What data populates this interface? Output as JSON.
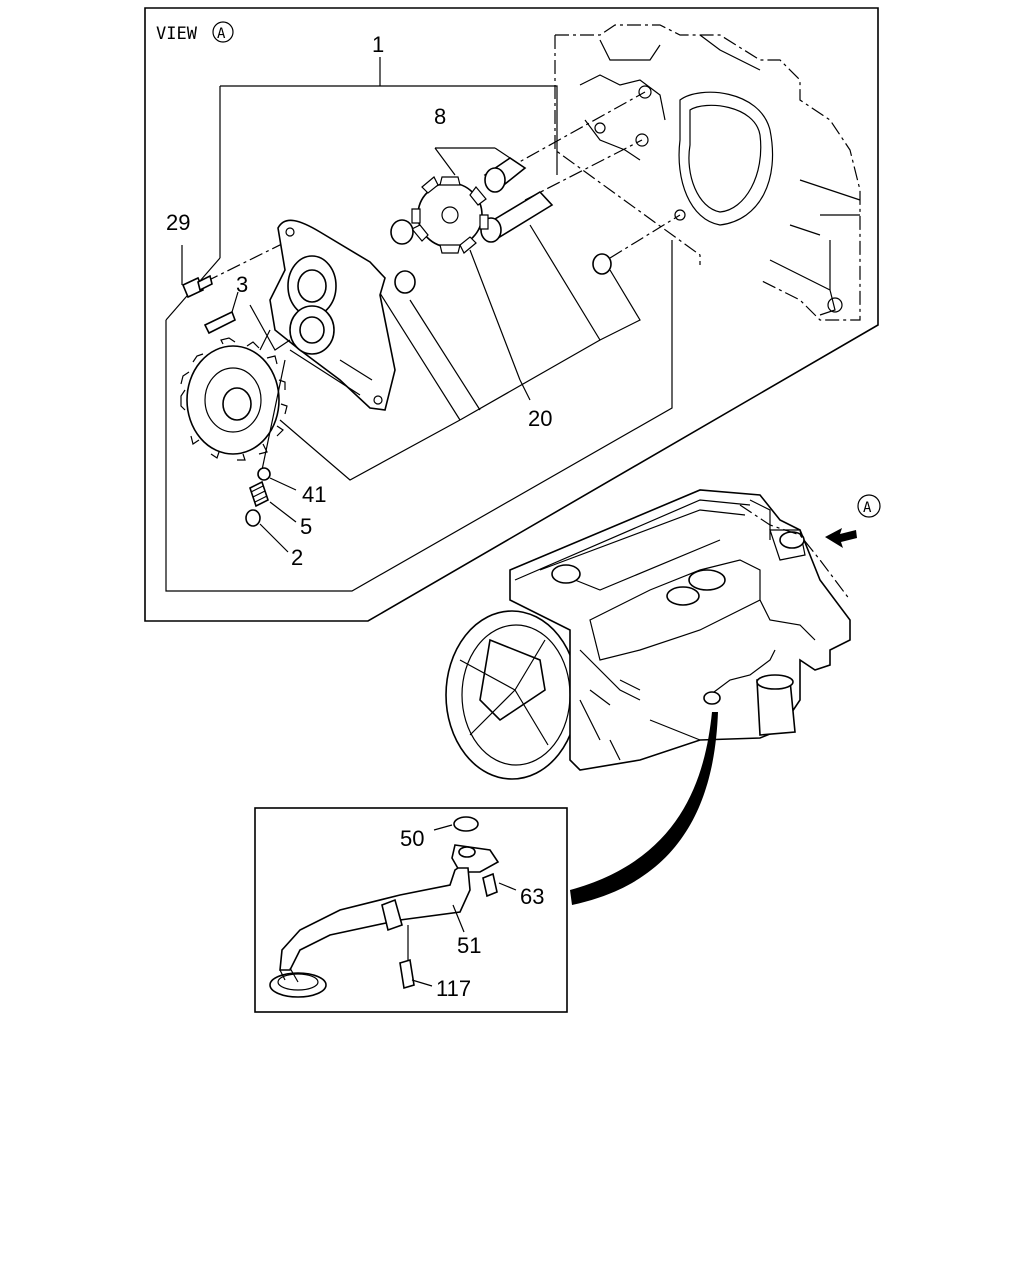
{
  "view": {
    "title": "VIEW",
    "marker": "A"
  },
  "callouts": {
    "c1": "1",
    "c8": "8",
    "c29": "29",
    "c3": "3",
    "c20": "20",
    "c41": "41",
    "c5": "5",
    "c2": "2",
    "c50": "50",
    "c63": "63",
    "c51": "51",
    "c117": "117"
  },
  "engine_view_marker": "A"
}
